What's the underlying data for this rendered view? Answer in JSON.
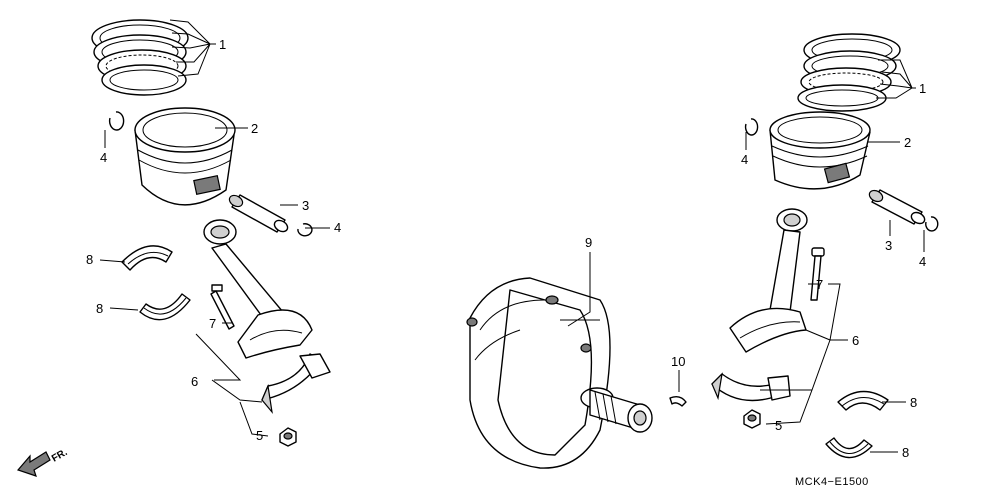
{
  "diagram": {
    "drawing_code": "MCK4−E1500",
    "direction_label": "FR.",
    "callouts": {
      "c1a": "1",
      "c2a": "2",
      "c3a": "3",
      "c4a": "4",
      "c4b": "4",
      "c8a": "8",
      "c8b": "8",
      "c7a": "7",
      "c6a": "6",
      "c5a": "5",
      "c9": "9",
      "c10": "10",
      "c1b": "1",
      "c2b": "2",
      "c4c": "4",
      "c3b": "3",
      "c4d": "4",
      "c7b": "7",
      "c6b": "6",
      "c5b": "5",
      "c8c": "8",
      "c8d": "8"
    }
  }
}
